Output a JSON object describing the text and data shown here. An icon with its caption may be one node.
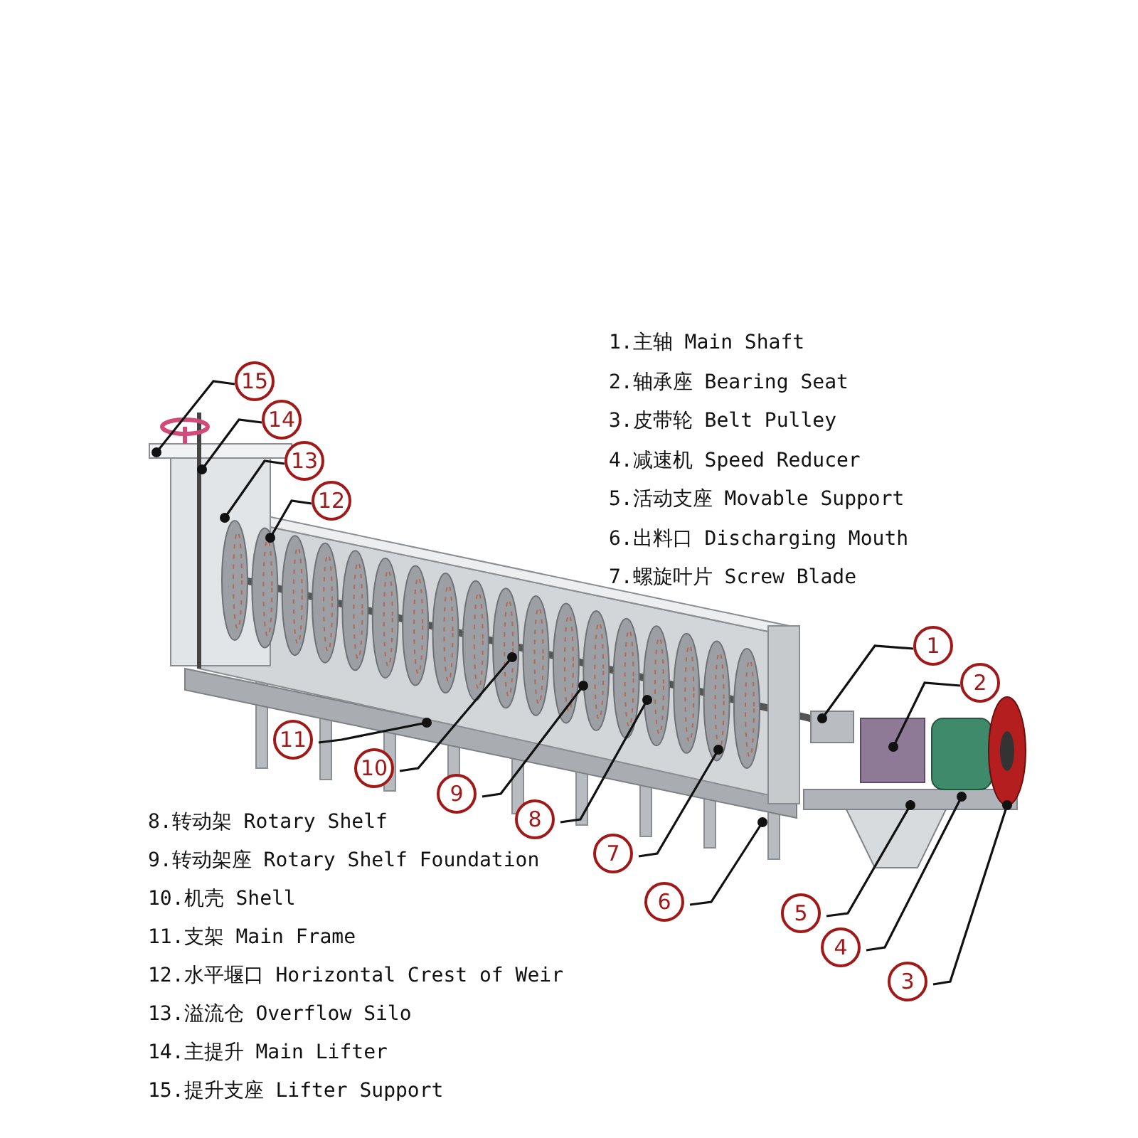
{
  "diagram": {
    "nodes": [
      {
        "text": [
          "1"
        ]
      },
      {
        "text": [
          "2"
        ]
      },
      {
        "text": [
          "3"
        ]
      },
      {
        "text": [
          "4"
        ]
      },
      {
        "text": [
          "5"
        ]
      },
      {
        "text": [
          "6"
        ]
      },
      {
        "text": [
          "7"
        ]
      },
      {
        "text": [
          "8"
        ]
      },
      {
        "text": [
          "9"
        ]
      },
      {
        "text": [
          "10"
        ]
      },
      {
        "text": [
          "11"
        ]
      },
      {
        "text": [
          "12"
        ]
      },
      {
        "text": [
          "13"
        ]
      },
      {
        "text": [
          "14"
        ]
      },
      {
        "text": [
          "15"
        ]
      }
    ],
    "edges": [
      {
        "from": 0,
        "to": null,
        "arrow": "other"
      },
      {
        "from": 1,
        "to": null,
        "arrow": "other"
      },
      {
        "from": 2,
        "to": null,
        "arrow": "other"
      },
      {
        "from": 3,
        "to": null,
        "arrow": "other"
      },
      {
        "from": 4,
        "to": null,
        "arrow": "other"
      },
      {
        "from": 5,
        "to": null,
        "arrow": "other"
      },
      {
        "from": 6,
        "to": null,
        "arrow": "other"
      },
      {
        "from": 7,
        "to": null,
        "arrow": "other"
      },
      {
        "from": 8,
        "to": null,
        "arrow": "other"
      },
      {
        "from": 9,
        "to": null,
        "arrow": "other"
      },
      {
        "from": 10,
        "to": null,
        "arrow": "other"
      },
      {
        "from": 11,
        "to": null,
        "arrow": "other"
      },
      {
        "from": 12,
        "to": null,
        "arrow": "other"
      },
      {
        "from": 13,
        "to": null,
        "arrow": "other"
      },
      {
        "from": 14,
        "to": null,
        "arrow": "other"
      }
    ],
    "labels": [
      "1.主轴 Main Shaft",
      "2.轴承座 Bearing Seat",
      "3.皮带轮 Belt Pulley",
      "4.减速机 Speed Reducer",
      "5.活动支座 Movable Support",
      "6.出料口 Discharging Mouth",
      "7.螺旋叶片 Screw Blade",
      "8.转动架 Rotary Shelf",
      "9.转动架座 Rotary Shelf Foundation",
      "10.机壳 Shell",
      "11.支架 Main Frame",
      "12.水平堰口 Horizontal Crest of Weir",
      "13.溢流仓 Overflow Silo",
      "14.主提升 Main Lifter",
      "15.提升支座 Lifter Support"
    ]
  }
}
